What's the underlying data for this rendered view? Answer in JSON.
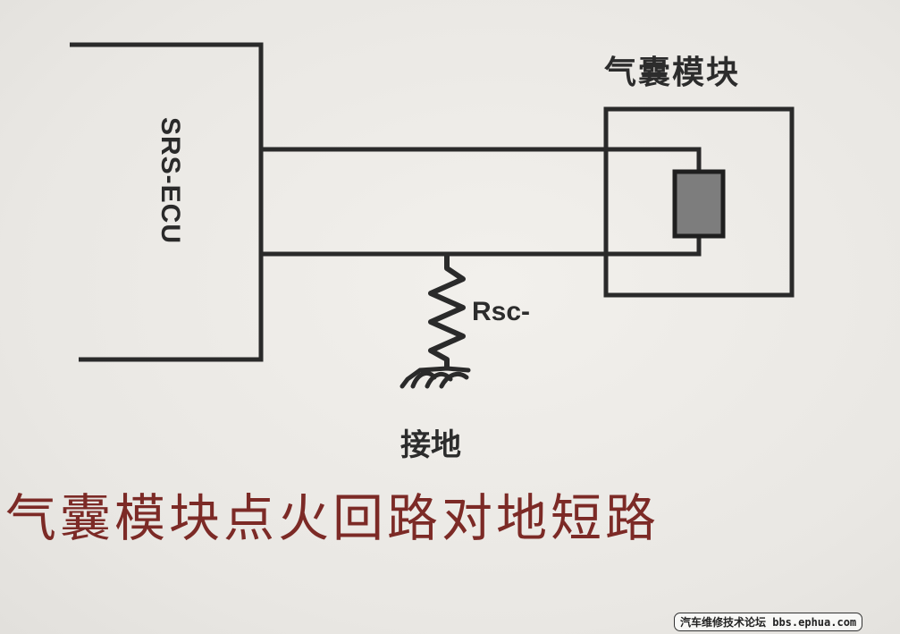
{
  "diagram": {
    "ecu_label": "SRS-ECU",
    "module_label": "气囊模块",
    "resistor_label": "Rsc-",
    "ground_label": "接地",
    "caption": "气囊模块点火回路对地短路"
  },
  "watermark": {
    "text": "汽车维修技术论坛 bbs.ephua.com"
  },
  "colors": {
    "line": "#2a2a2a",
    "igniter_fill": "#7d7d7d",
    "caption": "#7c2a26"
  }
}
